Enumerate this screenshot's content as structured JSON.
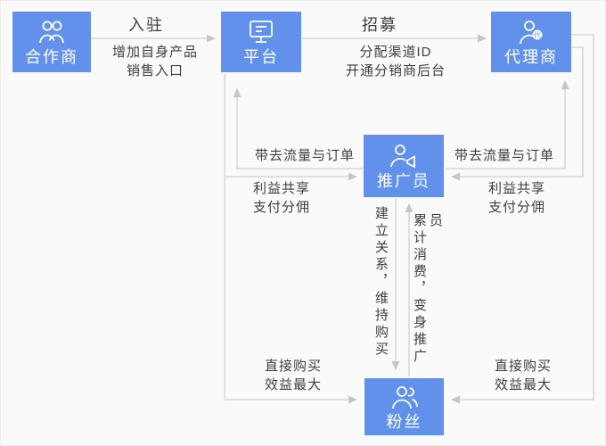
{
  "colors": {
    "node_blue": "#6191EB",
    "line_gray": "#D6D6D6",
    "arrowhead_gray": "#C6C6C6",
    "label_text": "#3F3F3F",
    "background": "#FAFAFA"
  },
  "boxes": {
    "partner": {
      "label": "合作商",
      "icon": "partners-icon"
    },
    "platform": {
      "label": "平台",
      "icon": "monitor-icon"
    },
    "agent": {
      "label": "代理商",
      "icon": "agent-person-icon",
      "badge": "代"
    },
    "promoter": {
      "label": "推广员",
      "icon": "megaphone-person-icon"
    },
    "fans": {
      "label": "粉丝",
      "icon": "people-icon"
    }
  },
  "edges": {
    "settle": {
      "title": "入驻",
      "sub_line1": "增加自身产品",
      "sub_line2": "销售入口"
    },
    "recruit": {
      "title": "招募",
      "sub_line1": "分配渠道ID",
      "sub_line2": "开通分销商后台"
    },
    "left_traffic": {
      "label": "带去流量与订单"
    },
    "left_benefit": {
      "line1": "利益共享",
      "line2": "支付分佣"
    },
    "right_traffic": {
      "label": "带去流量与订单"
    },
    "right_benefit": {
      "line1": "利益共享",
      "line2": "支付分佣"
    },
    "left_direct": {
      "line1": "直接购买",
      "line2": "效益最大"
    },
    "right_direct": {
      "line1": "直接购买",
      "line2": "效益最大"
    },
    "relation_down": {
      "label": "建立关系，维持购买"
    },
    "upgrade_up": {
      "label": "累计消费，变身推广员"
    }
  }
}
